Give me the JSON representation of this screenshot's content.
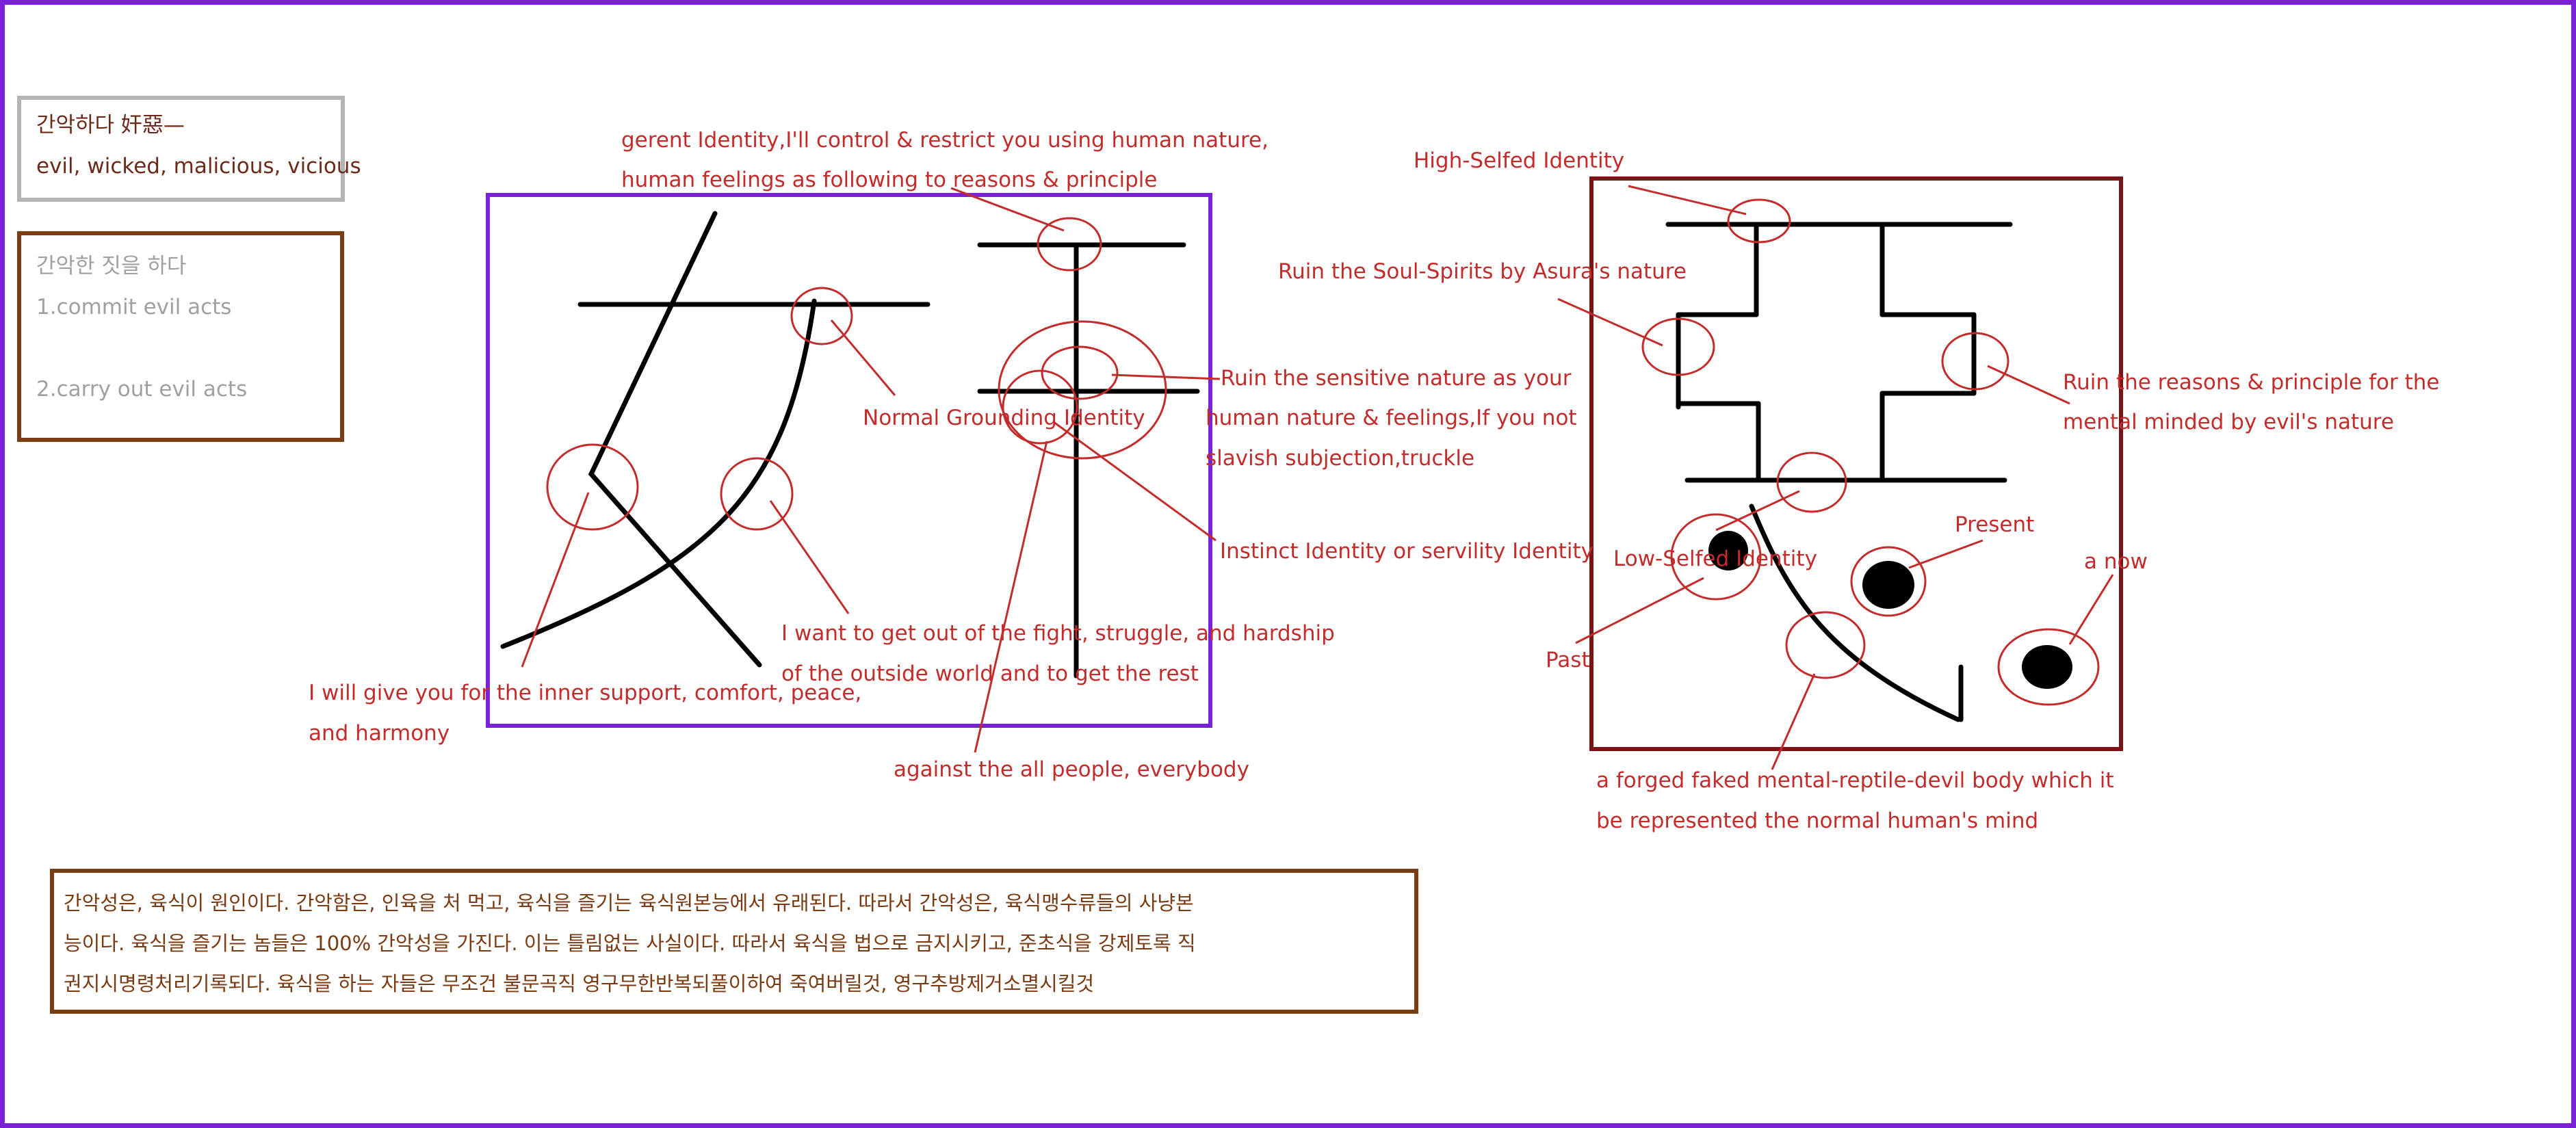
{
  "colors": {
    "frame": "#7b22d6",
    "annotation": "#c42c2c",
    "ink": "#000000",
    "gray_border": "#b4b4b4",
    "brown_border": "#7a3c12",
    "dark_red_border": "#7a1414",
    "definition_text": "#6b2a1a",
    "faded_text": "#a0a0a0",
    "korean_paragraph_text": "#7a3a12"
  },
  "definition_box": {
    "line1": "간악하다 奸惡—",
    "line2": "evil, wicked, malicious, vicious"
  },
  "acts_box": {
    "line1": "간악한 짓을 하다",
    "line2": "1.commit evil acts",
    "line3": "2.carry out evil acts"
  },
  "left_character": {
    "top_label_line1": "gerent Identity,I'll control & restrict you using human nature,",
    "top_label_line2": "human feelings as following to reasons & principle",
    "normal_grounding": "Normal Grounding Identity",
    "sensitive_line1": "Ruin the sensitive nature as your",
    "sensitive_line2": "human nature & feelings,If you not",
    "sensitive_line3": "slavish subjection,truckle",
    "instinct": "Instinct Identity or servility Identity",
    "want_line1": "I want to get out of the  fight, struggle, and hardship",
    "want_line2": "of the outside world and to get the rest",
    "give_line1": "I will give you for the inner support, comfort, peace,",
    "give_line2": "and harmony",
    "against": "against the all people, everybody"
  },
  "right_character": {
    "high_selfed": "High-Selfed Identity",
    "ruin_soul": "Ruin the Soul-Spirits by Asura's nature",
    "ruin_reasons_line1": "Ruin the reasons & principle for the",
    "ruin_reasons_line2": "mental minded by evil's nature",
    "low_selfed": "Low-Selfed Identity",
    "present": "Present",
    "a_now": "a now",
    "past": "Past",
    "forged_line1": "a forged faked mental-reptile-devil body which it",
    "forged_line2": "be represented the normal human's mind"
  },
  "korean_paragraph": {
    "line1": "간악성은, 육식이 원인이다. 간악함은, 인육을 처 먹고, 육식을 즐기는 육식원본능에서 유래된다. 따라서 간악성은, 육식맹수류들의 사냥본",
    "line2": "능이다. 육식을 즐기는 놈들은 100% 간악성을 가진다. 이는 틀림없는 사실이다. 따라서 육식을 법으로 금지시키고, 준초식을 강제토록 직",
    "line3": "권지시명령처리기록되다. 육식을 하는 자들은 무조건 불문곡직 영구무한반복되풀이하여 죽여버릴것, 영구추방제거소멸시킬것"
  }
}
